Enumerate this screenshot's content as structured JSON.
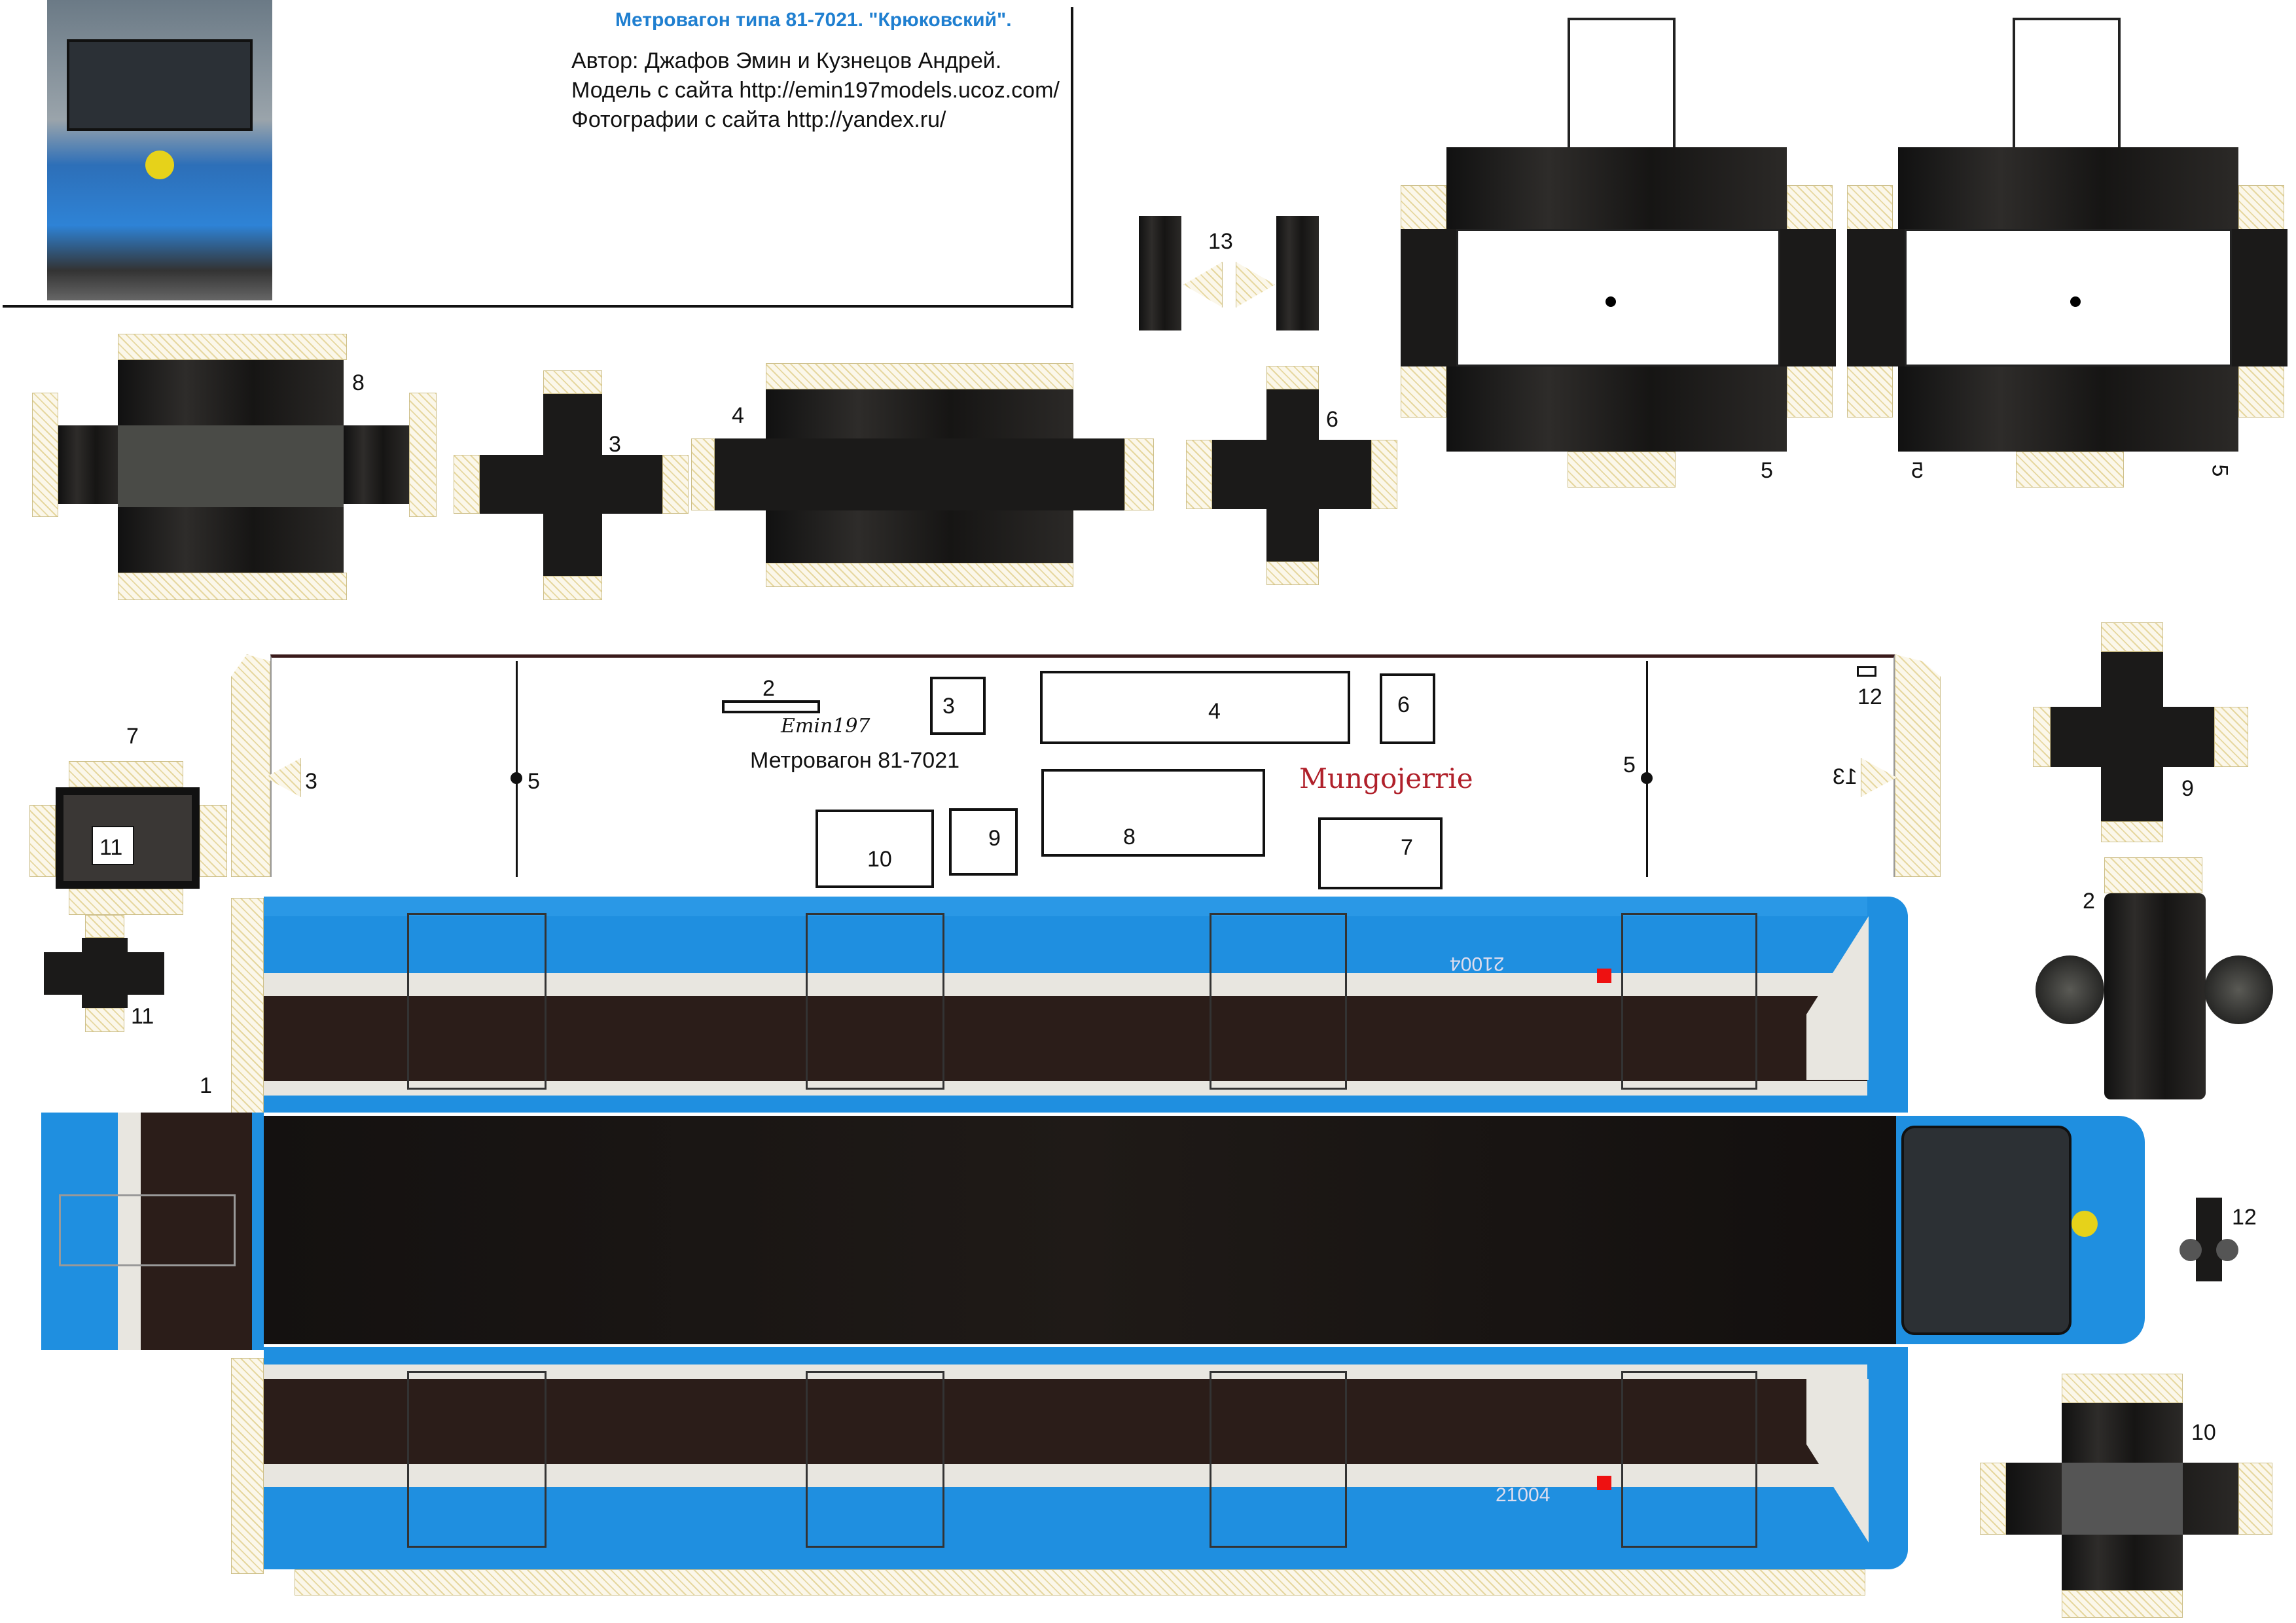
{
  "header": {
    "title": "Метровагон типа 81-7021. \"Крюковский\".",
    "author": "Автор: Джафов Эмин и Кузнецов Андрей.",
    "model_source": "Модель с сайта http://emin197models.ucoz.com/",
    "photo_source": "Фотографии с сайта http://yandex.ru/"
  },
  "colors": {
    "title": "#1f7fd0",
    "car_blue": "#1f8fe0",
    "logo_red": "#b0202a"
  },
  "parts_top": {
    "p8": "8",
    "p3": "3",
    "p4": "4",
    "p6": "6",
    "p13": "13",
    "p5a": "5",
    "p5b": "5",
    "p5c": "5"
  },
  "roof": {
    "r2": "2",
    "r3": "3",
    "r4": "4",
    "r6": "6",
    "r8": "8",
    "r10": "10",
    "r9": "9",
    "r7": "7",
    "tab3": "3",
    "tab5a": "5",
    "tab5b": "5",
    "tab12": "12",
    "tab13": "13",
    "signature": "Emin197",
    "caption": "Метровагон 81-7021",
    "logo": "Mungojerrie"
  },
  "left": {
    "p7": "7",
    "p11a": "11",
    "p11b": "11",
    "p1": "1"
  },
  "right": {
    "p9": "9",
    "p2": "2",
    "p12": "12",
    "p10": "10"
  },
  "car": {
    "number": "21004"
  }
}
